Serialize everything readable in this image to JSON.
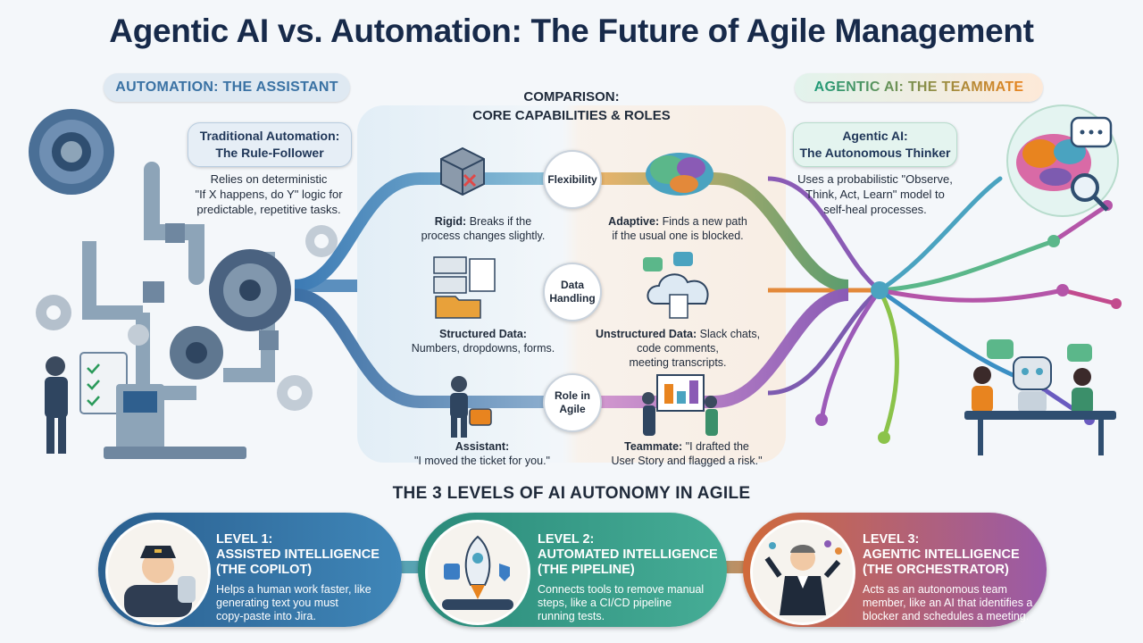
{
  "title": "Agentic AI vs. Automation: The Future of Agile Management",
  "left": {
    "pill": "AUTOMATION: THE ASSISTANT",
    "bubble_line1": "Traditional Automation:",
    "bubble_line2": "The Rule-Follower",
    "desc_line1": "Relies on deterministic",
    "desc_line2": "\"If X happens, do Y\" logic for",
    "desc_line3": "predictable, repetitive tasks."
  },
  "right": {
    "pill": "AGENTIC AI: THE TEAMMATE",
    "bubble_line1": "Agentic AI:",
    "bubble_line2": "The Autonomous Thinker",
    "desc_line1": "Uses a probabilistic \"Observe,",
    "desc_line2": "Think, Act, Learn\" model to",
    "desc_line3": "self-heal processes."
  },
  "comparison": {
    "title_line1": "COMPARISON:",
    "title_line2": "CORE CAPABILITIES & ROLES",
    "rows": [
      {
        "label_line1": "Flexibility",
        "label_line2": "",
        "auto_bold": "Rigid:",
        "auto_line1": "Breaks if the",
        "auto_line2": "process changes slightly.",
        "agent_bold": "Adaptive:",
        "agent_line1": "Finds a new path",
        "agent_line2": "if the usual one is blocked."
      },
      {
        "label_line1": "Data",
        "label_line2": "Handling",
        "auto_bold": "Structured Data:",
        "auto_line1": "",
        "auto_line2": "Numbers, dropdowns, forms.",
        "agent_bold": "Unstructured Data:",
        "agent_line1": "Slack chats, code comments,",
        "agent_line2": "meeting transcripts."
      },
      {
        "label_line1": "Role in",
        "label_line2": "Agile",
        "auto_bold": "Assistant:",
        "auto_line1": "",
        "auto_line2": "\"I moved the ticket for you.\"",
        "agent_bold": "Teammate:",
        "agent_line1": "\"I drafted the",
        "agent_line2": "User Story and flagged a risk.\""
      }
    ]
  },
  "levels": {
    "title": "THE 3 LEVELS OF AI AUTONOMY IN AGILE",
    "items": [
      {
        "h1": "LEVEL 1:",
        "h2": "ASSISTED INTELLIGENCE",
        "h3": "(THE COPILOT)",
        "d1": "Helps a human work faster, like",
        "d2": "generating text you must",
        "d3": "copy-paste into Jira.",
        "color": "#2f6fa6"
      },
      {
        "h1": "LEVEL 2:",
        "h2": "AUTOMATED INTELLIGENCE",
        "h3": "(THE PIPELINE)",
        "d1": "Connects tools to remove manual",
        "d2": "steps, like a CI/CD pipeline",
        "d3": "running tests.",
        "color": "#2a9a84"
      },
      {
        "h1": "LEVEL 3:",
        "h2": "AGENTIC INTELLIGENCE",
        "h3": "(THE ORCHESTRATOR)",
        "d1": "Acts as an autonomous team",
        "d2": "member, like an AI that identifies a",
        "d3": "blocker and schedules a meeting.",
        "color": "#c4603a"
      }
    ]
  },
  "colors": {
    "navy": "#172a4a",
    "blue": "#3a72a4",
    "teal": "#1f9a78",
    "orange": "#e8841f"
  },
  "icons": [
    "gear-icon",
    "pipe-icon",
    "clipboard-icon",
    "machine-icon",
    "brain-icon",
    "magnifier-icon",
    "speech-bubble-icon",
    "neural-network-icon",
    "robot-icon",
    "cube-icon",
    "paint-blob-icon",
    "folder-icon",
    "cloud-icon",
    "person-icon",
    "briefcase-icon",
    "whiteboard-icon",
    "pilot-icon",
    "rocket-icon",
    "conductor-icon"
  ]
}
